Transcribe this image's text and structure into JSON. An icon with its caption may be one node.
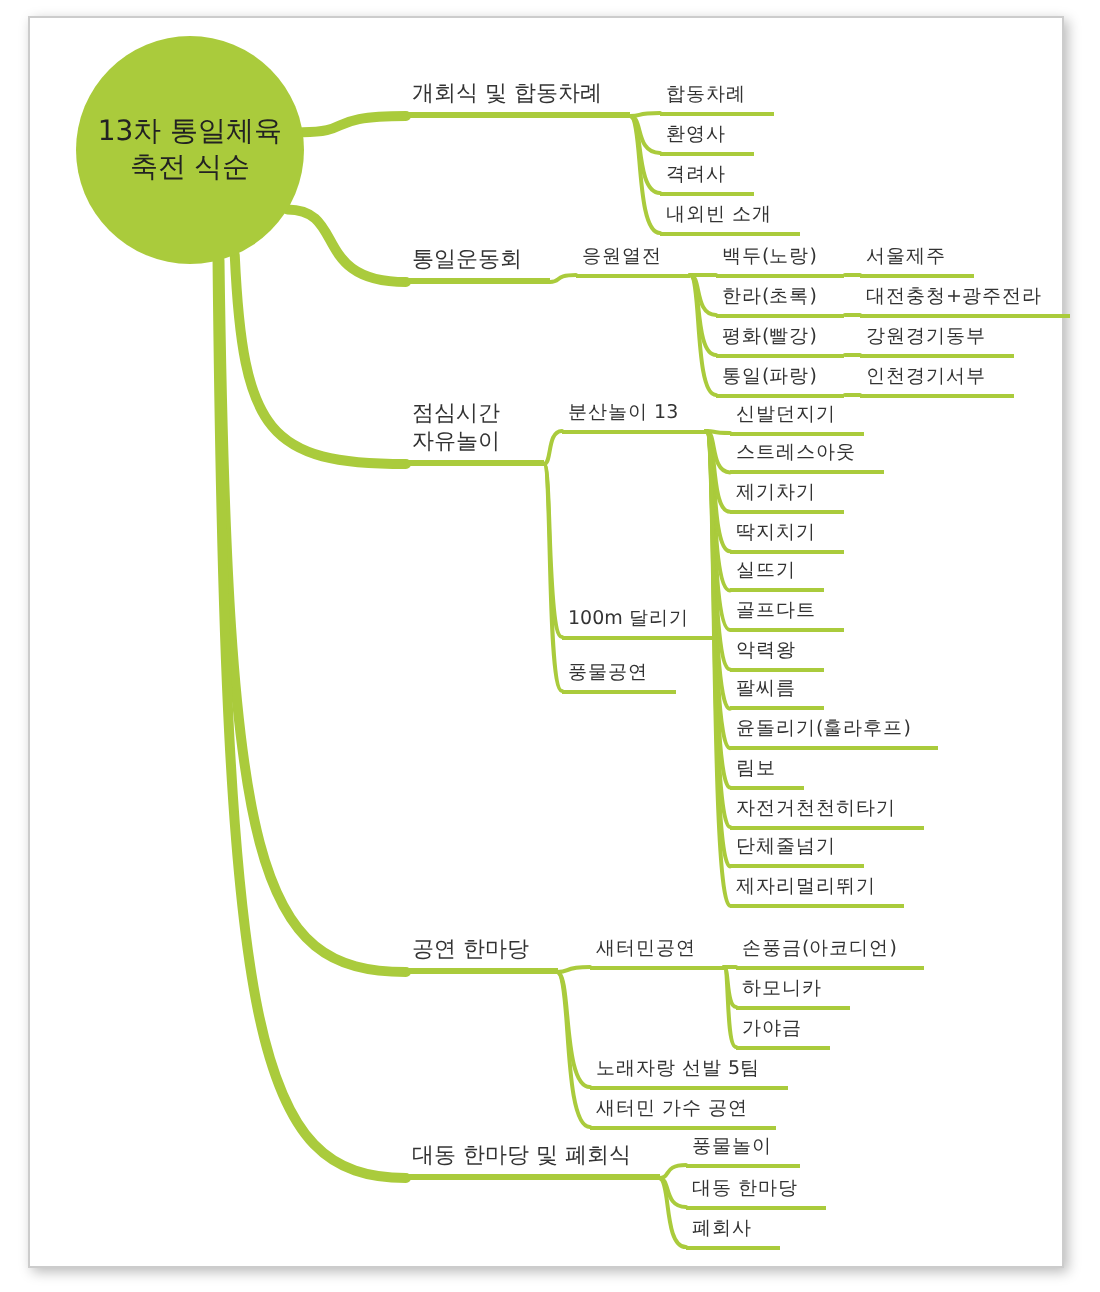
{
  "diagram": {
    "nodes": [
      {
        "text": [
          "13차 통일체육축전 식순"
        ]
      },
      {
        "text": [
          "개회식 및 합동차례"
        ]
      },
      {
        "text": [
          "합동차례"
        ]
      },
      {
        "text": [
          "환영사"
        ]
      },
      {
        "text": [
          "격려사"
        ]
      },
      {
        "text": [
          "내외빈 소개"
        ]
      },
      {
        "text": [
          "통일운동회"
        ]
      },
      {
        "text": [
          "응원열전"
        ]
      },
      {
        "text": [
          "백두(노랑)"
        ]
      },
      {
        "text": [
          "서울제주"
        ]
      },
      {
        "text": [
          "한라(초록)"
        ]
      },
      {
        "text": [
          "대전충청+광주전라"
        ]
      },
      {
        "text": [
          "평화(빨강)"
        ]
      },
      {
        "text": [
          "강원경기동부"
        ]
      },
      {
        "text": [
          "통일(파랑)"
        ]
      },
      {
        "text": [
          "인천경기서부"
        ]
      },
      {
        "text": [
          "점심시간 자유놀이"
        ]
      },
      {
        "text": [
          "분산놀이 13"
        ]
      },
      {
        "text": [
          "신발던지기"
        ]
      },
      {
        "text": [
          "스트레스아웃"
        ]
      },
      {
        "text": [
          "제기차기"
        ]
      },
      {
        "text": [
          "딱지치기"
        ]
      },
      {
        "text": [
          "실뜨기"
        ]
      },
      {
        "text": [
          "골프다트"
        ]
      },
      {
        "text": [
          "악력왕"
        ]
      },
      {
        "text": [
          "팔씨름"
        ]
      },
      {
        "text": [
          "윤돌리기(훌라후프)"
        ]
      },
      {
        "text": [
          "림보"
        ]
      },
      {
        "text": [
          "자전거천천히타기"
        ]
      },
      {
        "text": [
          "단체줄넘기"
        ]
      },
      {
        "text": [
          "제자리멀리뛰기"
        ]
      },
      {
        "text": [
          "100m 달리기"
        ]
      },
      {
        "text": [
          "풍물공연"
        ]
      },
      {
        "text": [
          "공연 한마당"
        ]
      },
      {
        "text": [
          "새터민공연"
        ]
      },
      {
        "text": [
          "손풍금(아코디언)"
        ]
      },
      {
        "text": [
          "하모니카"
        ]
      },
      {
        "text": [
          "가야금"
        ]
      },
      {
        "text": [
          "노래자랑 선발 5팀"
        ]
      },
      {
        "text": [
          "새터민 가수 공연"
        ]
      },
      {
        "text": [
          "대동 한마당 및 폐회식"
        ]
      },
      {
        "text": [
          "풍물놀이"
        ]
      },
      {
        "text": [
          "대동 한마당"
        ]
      },
      {
        "text": [
          "폐회사"
        ]
      }
    ],
    "edges": [
      {
        "from": 0,
        "to": 1,
        "arrow": "none",
        "style": "thick"
      },
      {
        "from": 1,
        "to": 2,
        "arrow": "none"
      },
      {
        "from": 1,
        "to": 3,
        "arrow": "none"
      },
      {
        "from": 1,
        "to": 4,
        "arrow": "none"
      },
      {
        "from": 1,
        "to": 5,
        "arrow": "none"
      },
      {
        "from": 0,
        "to": 6,
        "arrow": "none",
        "style": "thick"
      },
      {
        "from": 6,
        "to": 7,
        "arrow": "none"
      },
      {
        "from": 7,
        "to": 8,
        "arrow": "none"
      },
      {
        "from": 8,
        "to": 9,
        "arrow": "none"
      },
      {
        "from": 7,
        "to": 10,
        "arrow": "none"
      },
      {
        "from": 10,
        "to": 11,
        "arrow": "none"
      },
      {
        "from": 7,
        "to": 12,
        "arrow": "none"
      },
      {
        "from": 12,
        "to": 13,
        "arrow": "none"
      },
      {
        "from": 7,
        "to": 14,
        "arrow": "none"
      },
      {
        "from": 14,
        "to": 15,
        "arrow": "none"
      },
      {
        "from": 0,
        "to": 16,
        "arrow": "none",
        "style": "thick"
      },
      {
        "from": 16,
        "to": 17,
        "arrow": "none"
      },
      {
        "from": 17,
        "to": 18,
        "arrow": "none"
      },
      {
        "from": 17,
        "to": 19,
        "arrow": "none"
      },
      {
        "from": 17,
        "to": 20,
        "arrow": "none"
      },
      {
        "from": 17,
        "to": 21,
        "arrow": "none"
      },
      {
        "from": 17,
        "to": 22,
        "arrow": "none"
      },
      {
        "from": 17,
        "to": 23,
        "arrow": "none"
      },
      {
        "from": 17,
        "to": 24,
        "arrow": "none"
      },
      {
        "from": 17,
        "to": 25,
        "arrow": "none"
      },
      {
        "from": 17,
        "to": 26,
        "arrow": "none"
      },
      {
        "from": 17,
        "to": 27,
        "arrow": "none"
      },
      {
        "from": 17,
        "to": 28,
        "arrow": "none"
      },
      {
        "from": 17,
        "to": 29,
        "arrow": "none"
      },
      {
        "from": 17,
        "to": 30,
        "arrow": "none"
      },
      {
        "from": 16,
        "to": 31,
        "arrow": "none"
      },
      {
        "from": 16,
        "to": 32,
        "arrow": "none"
      },
      {
        "from": 0,
        "to": 33,
        "arrow": "none",
        "style": "thick"
      },
      {
        "from": 33,
        "to": 34,
        "arrow": "none"
      },
      {
        "from": 34,
        "to": 35,
        "arrow": "none"
      },
      {
        "from": 34,
        "to": 36,
        "arrow": "none"
      },
      {
        "from": 34,
        "to": 37,
        "arrow": "none"
      },
      {
        "from": 33,
        "to": 38,
        "arrow": "none"
      },
      {
        "from": 33,
        "to": 39,
        "arrow": "none"
      },
      {
        "from": 0,
        "to": 40,
        "arrow": "none",
        "style": "thick"
      },
      {
        "from": 40,
        "to": 41,
        "arrow": "none"
      },
      {
        "from": 40,
        "to": 42,
        "arrow": "none"
      },
      {
        "from": 40,
        "to": 43,
        "arrow": "none"
      }
    ]
  }
}
